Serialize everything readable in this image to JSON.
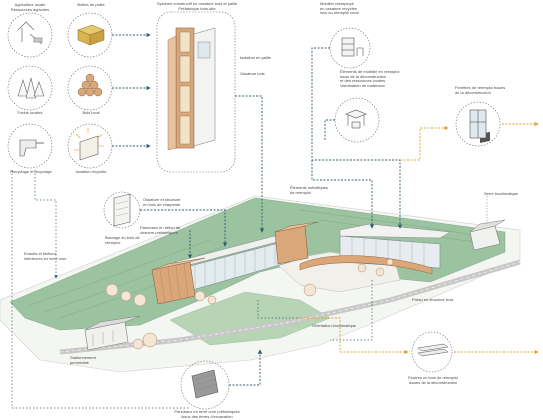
{
  "colors": {
    "teal": "#2f5f6e",
    "orange": "#e0a02a",
    "grass": "#8fb894",
    "grass_light": "#b7d4b4",
    "wood": "#d9a77a",
    "wood_dark": "#b87d4f",
    "glass": "#dfe8ee",
    "line": "#8a8a8a"
  },
  "icons": [
    "tree-felling-icon",
    "timber-stack-icon",
    "forest-icon",
    "log-pile-icon",
    "drill-icon",
    "insulation-panel-icon",
    "shelf-icon",
    "chair-table-icon",
    "window-icon",
    "cladding-panel-icon",
    "render-panel-icon",
    "beam-bundle-icon"
  ],
  "labels": {
    "agriculture": "Agriculture locale\nRessources agricoles",
    "straw": "Bottes de paille",
    "forest": "Forêts locales",
    "wood": "Bois local",
    "recycled": "Recyclage et recyclage",
    "insulation": "Isolation recyclée",
    "facade_system": "Système constructif en ossature bois et paille\nPréfabriqué hors-site",
    "straw_fill": "Isolation en paille",
    "wood_frame": "Ossature bois",
    "furniture_top": "Mobilier réemployé\nen ossature recyclée\nissu du réemploi local",
    "furniture_mid": "Éléments de mobilier en réemploi\nissus de la déconstruction\net des ressources locales\nValorisation de matériaux",
    "window_reuse": "Fenêtres de réemploi issues\nde la déconstruction",
    "frame_struct": "Ossature et structure\nen bois de charpente",
    "cladding_reuse": "Bardage en bois de réemploi",
    "panels_low": "Panneaux en béton de\nchanvre préfabriqués",
    "render": "Enduits et finitions\nintérieures en terre crue",
    "steel_reuse": "Éléments métalliques\nde réemploi",
    "greenhouse": "Serre bioclimatique",
    "canopy": "Préau en structure bois",
    "orientation": "Orientation bioclimatique",
    "parking": "Stationnement\nperméable",
    "bottom_panel": "Panneaux en terre crue préfabriqués\nissus des terres d'excavation",
    "beam_reuse": "Poutres en bois de réemploi\nissues de la déconstruction"
  }
}
